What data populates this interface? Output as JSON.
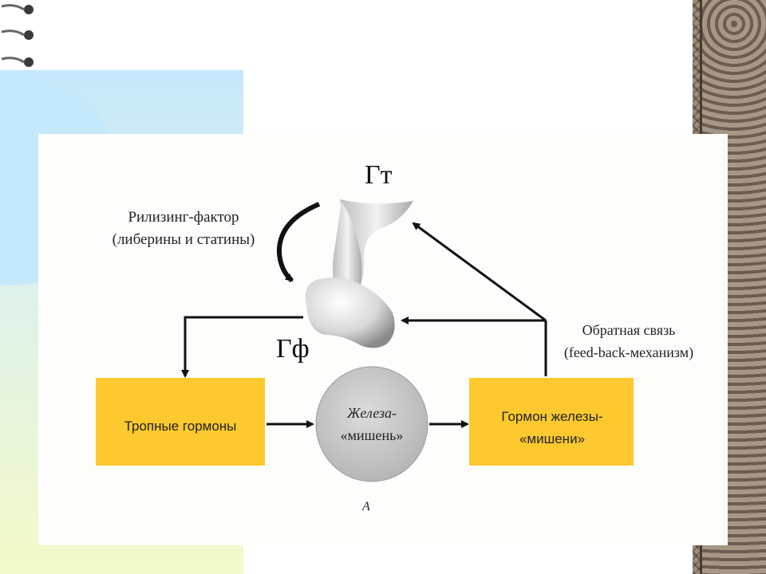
{
  "diagram": {
    "hypothalamus_label": "Гт",
    "pituitary_label": "Гф",
    "releasing_factor_line1": "Рилизинг-фактор",
    "releasing_factor_line2": "(либерины и статины)",
    "feedback_line1": "Обратная связь",
    "feedback_line2": "(feed-back-механизм)",
    "tropic_hormones": "Тропные гормоны",
    "target_gland_line1": "Железа-",
    "target_gland_line2": "«мишень»",
    "target_hormone_line1": "Гормон железы-",
    "target_hormone_line2": "«мишени»",
    "figure_letter": "А"
  },
  "colors": {
    "box_fill": "#fdc92e",
    "ellipse_fill": "#c9c9c9",
    "arrow": "#111111",
    "paper": "#fdfdfb",
    "left_gradient_top": "#c6e8fb",
    "left_gradient_bottom": "#f3f9c9"
  }
}
